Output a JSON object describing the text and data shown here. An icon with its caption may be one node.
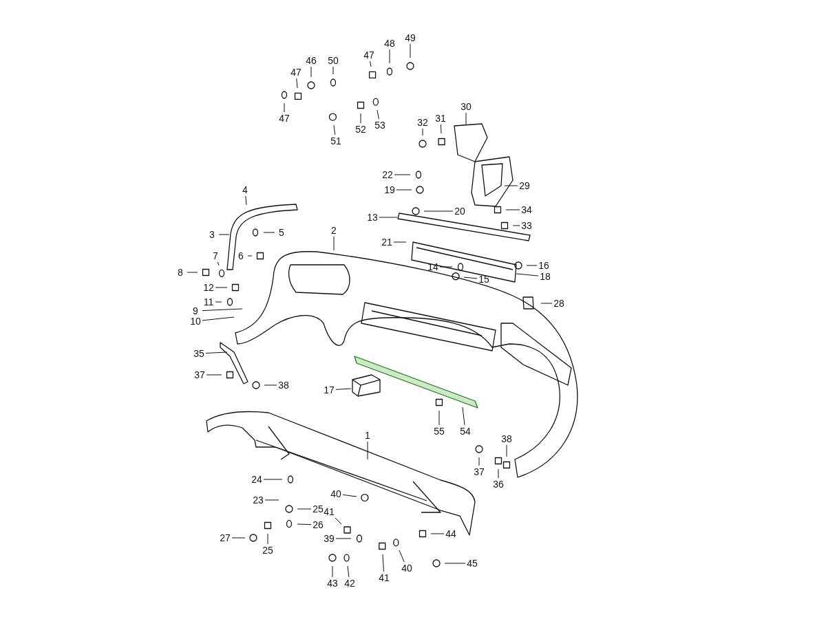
{
  "diagram": {
    "nodes": [
      {
        "text": [
          "49"
        ]
      },
      {
        "text": [
          "48"
        ]
      },
      {
        "text": [
          "47"
        ]
      },
      {
        "text": [
          "46"
        ]
      },
      {
        "text": [
          "50"
        ]
      },
      {
        "text": [
          "47"
        ]
      },
      {
        "text": [
          "30"
        ]
      },
      {
        "text": [
          "47"
        ]
      },
      {
        "text": [
          "31"
        ]
      },
      {
        "text": [
          "32"
        ]
      },
      {
        "text": [
          "53"
        ]
      },
      {
        "text": [
          "52"
        ]
      },
      {
        "text": [
          "51"
        ]
      },
      {
        "text": [
          "22"
        ]
      },
      {
        "text": [
          "29"
        ]
      },
      {
        "text": [
          "19"
        ]
      },
      {
        "text": [
          "4"
        ]
      },
      {
        "text": [
          "34"
        ]
      },
      {
        "text": [
          "20"
        ]
      },
      {
        "text": [
          "13"
        ]
      },
      {
        "text": [
          "33"
        ]
      },
      {
        "text": [
          "2"
        ]
      },
      {
        "text": [
          "5"
        ]
      },
      {
        "text": [
          "3"
        ]
      },
      {
        "text": [
          "21"
        ]
      },
      {
        "text": [
          "7"
        ]
      },
      {
        "text": [
          "6"
        ]
      },
      {
        "text": [
          "16"
        ]
      },
      {
        "text": [
          "14"
        ]
      },
      {
        "text": [
          "8"
        ]
      },
      {
        "text": [
          "15"
        ]
      },
      {
        "text": [
          "18"
        ]
      },
      {
        "text": [
          "12"
        ]
      },
      {
        "text": [
          "28"
        ]
      },
      {
        "text": [
          "11"
        ]
      },
      {
        "text": [
          "9"
        ]
      },
      {
        "text": [
          "10"
        ]
      },
      {
        "text": [
          "35"
        ]
      },
      {
        "text": [
          "37"
        ]
      },
      {
        "text": [
          "38"
        ]
      },
      {
        "text": [
          "17"
        ]
      },
      {
        "text": [
          "55"
        ]
      },
      {
        "text": [
          "54"
        ]
      },
      {
        "text": [
          "1"
        ]
      },
      {
        "text": [
          "38"
        ]
      },
      {
        "text": [
          "37"
        ]
      },
      {
        "text": [
          "24"
        ]
      },
      {
        "text": [
          "36"
        ]
      },
      {
        "text": [
          "40"
        ]
      },
      {
        "text": [
          "23"
        ]
      },
      {
        "text": [
          "41"
        ]
      },
      {
        "text": [
          "25"
        ]
      },
      {
        "text": [
          "26"
        ]
      },
      {
        "text": [
          "44"
        ]
      },
      {
        "text": [
          "27"
        ]
      },
      {
        "text": [
          "39"
        ]
      },
      {
        "text": [
          "25"
        ]
      },
      {
        "text": [
          "45"
        ]
      },
      {
        "text": [
          "40"
        ]
      },
      {
        "text": [
          "41"
        ]
      },
      {
        "text": [
          "43"
        ]
      },
      {
        "text": [
          "42"
        ]
      }
    ],
    "edges": [
      {
        "from": 0,
        "to": null,
        "arrow": "none"
      },
      {
        "from": 1,
        "to": null,
        "arrow": "none"
      },
      {
        "from": 2,
        "to": null,
        "arrow": "none"
      },
      {
        "from": 3,
        "to": null,
        "arrow": "none"
      },
      {
        "from": 4,
        "to": null,
        "arrow": "none"
      },
      {
        "from": 5,
        "to": null,
        "arrow": "none"
      },
      {
        "from": 6,
        "to": null,
        "arrow": "none"
      },
      {
        "from": 7,
        "to": null,
        "arrow": "none"
      },
      {
        "from": 8,
        "to": null,
        "arrow": "none"
      },
      {
        "from": 9,
        "to": null,
        "arrow": "none"
      },
      {
        "from": 10,
        "to": null,
        "arrow": "none"
      },
      {
        "from": 11,
        "to": null,
        "arrow": "none"
      },
      {
        "from": 12,
        "to": null,
        "arrow": "none"
      },
      {
        "from": 13,
        "to": null,
        "arrow": "none"
      },
      {
        "from": 14,
        "to": null,
        "arrow": "none"
      },
      {
        "from": 15,
        "to": null,
        "arrow": "none"
      },
      {
        "from": 16,
        "to": null,
        "arrow": "none"
      },
      {
        "from": 17,
        "to": null,
        "arrow": "none"
      },
      {
        "from": 18,
        "to": null,
        "arrow": "none"
      },
      {
        "from": 19,
        "to": null,
        "arrow": "none"
      },
      {
        "from": 20,
        "to": null,
        "arrow": "none"
      },
      {
        "from": 21,
        "to": null,
        "arrow": "none"
      },
      {
        "from": 22,
        "to": null,
        "arrow": "none"
      },
      {
        "from": 23,
        "to": null,
        "arrow": "none"
      },
      {
        "from": 24,
        "to": null,
        "arrow": "none"
      },
      {
        "from": 25,
        "to": null,
        "arrow": "none"
      },
      {
        "from": 26,
        "to": null,
        "arrow": "none"
      },
      {
        "from": 27,
        "to": null,
        "arrow": "none"
      },
      {
        "from": 28,
        "to": null,
        "arrow": "none"
      },
      {
        "from": 29,
        "to": null,
        "arrow": "none"
      },
      {
        "from": 30,
        "to": null,
        "arrow": "none"
      },
      {
        "from": 31,
        "to": null,
        "arrow": "none"
      },
      {
        "from": 32,
        "to": null,
        "arrow": "none"
      },
      {
        "from": 33,
        "to": null,
        "arrow": "none"
      },
      {
        "from": 34,
        "to": null,
        "arrow": "none"
      },
      {
        "from": 35,
        "to": null,
        "arrow": "none"
      },
      {
        "from": 36,
        "to": null,
        "arrow": "none"
      },
      {
        "from": 37,
        "to": null,
        "arrow": "none"
      },
      {
        "from": 38,
        "to": null,
        "arrow": "none"
      },
      {
        "from": 39,
        "to": null,
        "arrow": "none"
      },
      {
        "from": 40,
        "to": null,
        "arrow": "none"
      },
      {
        "from": 41,
        "to": null,
        "arrow": "none"
      },
      {
        "from": 42,
        "to": null,
        "arrow": "none"
      },
      {
        "from": 43,
        "to": null,
        "arrow": "none"
      },
      {
        "from": 44,
        "to": null,
        "arrow": "none"
      },
      {
        "from": 45,
        "to": null,
        "arrow": "none"
      },
      {
        "from": 46,
        "to": null,
        "arrow": "none"
      },
      {
        "from": 47,
        "to": null,
        "arrow": "none"
      },
      {
        "from": 48,
        "to": null,
        "arrow": "none"
      },
      {
        "from": 49,
        "to": null,
        "arrow": "none"
      },
      {
        "from": 50,
        "to": null,
        "arrow": "none"
      },
      {
        "from": 51,
        "to": null,
        "arrow": "none"
      },
      {
        "from": 52,
        "to": null,
        "arrow": "none"
      },
      {
        "from": 53,
        "to": null,
        "arrow": "none"
      },
      {
        "from": 54,
        "to": null,
        "arrow": "none"
      },
      {
        "from": 55,
        "to": null,
        "arrow": "none"
      },
      {
        "from": 56,
        "to": null,
        "arrow": "none"
      },
      {
        "from": 57,
        "to": null,
        "arrow": "none"
      },
      {
        "from": 58,
        "to": null,
        "arrow": "none"
      },
      {
        "from": 59,
        "to": null,
        "arrow": "none"
      },
      {
        "from": 60,
        "to": null,
        "arrow": "none"
      },
      {
        "from": 61,
        "to": null,
        "arrow": "none"
      }
    ]
  }
}
